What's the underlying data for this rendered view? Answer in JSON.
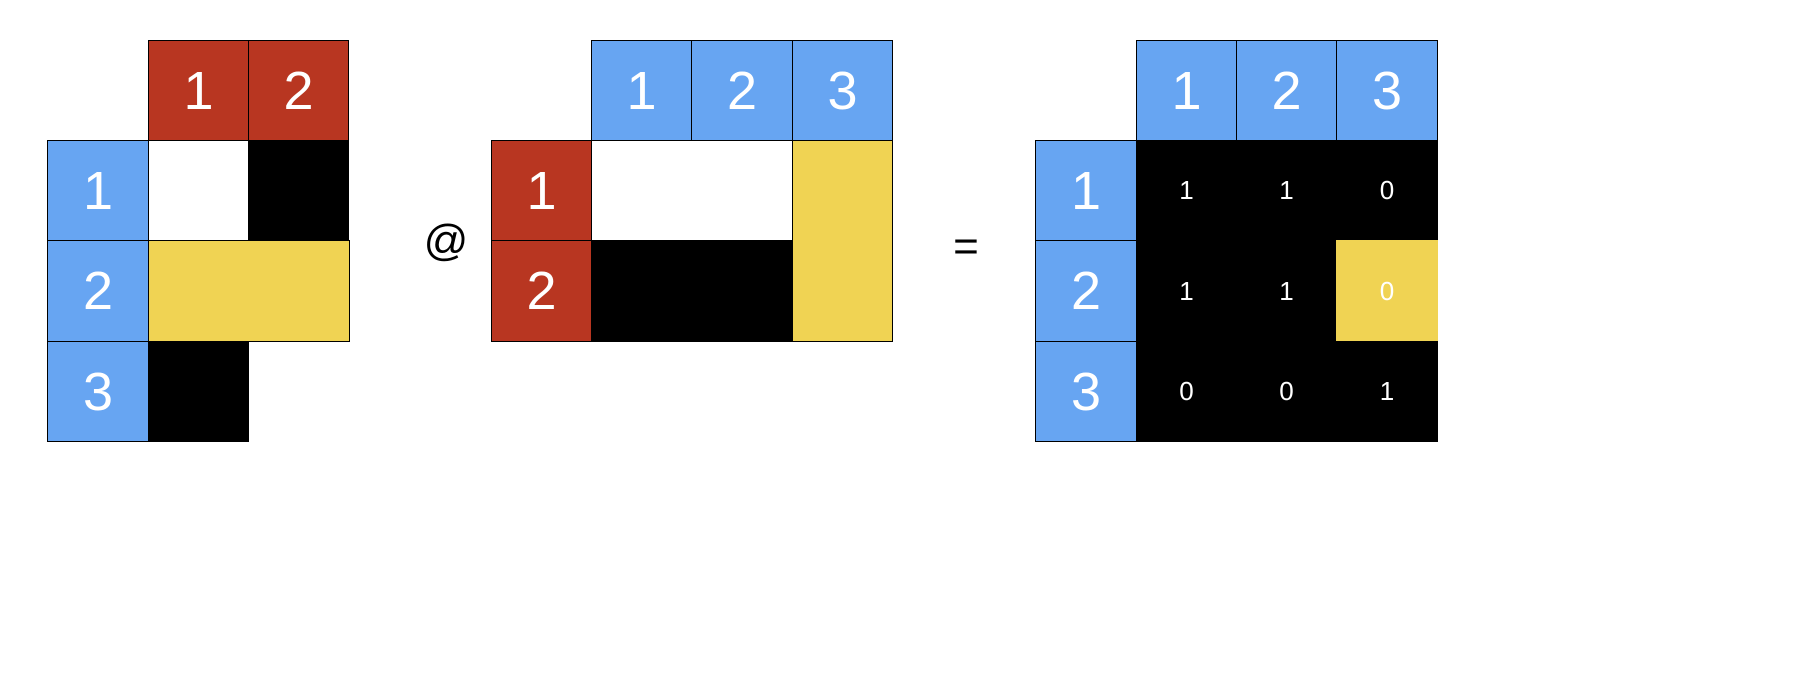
{
  "colors": {
    "row_header": "#67a5f2",
    "col_header_A": "#b83621",
    "white": "#ffffff",
    "black": "#000000",
    "yellow": "#f0d353"
  },
  "operators": {
    "matmul": "@",
    "equals": "="
  },
  "matrix_A": {
    "col_headers": [
      "1",
      "2"
    ],
    "row_headers": [
      "1",
      "2",
      "3"
    ],
    "cells": [
      [
        "white",
        "black"
      ],
      [
        "yellow",
        "yellow"
      ],
      [
        "black",
        "none"
      ]
    ]
  },
  "matrix_B": {
    "col_headers": [
      "1",
      "2",
      "3"
    ],
    "row_headers": [
      "1",
      "2"
    ],
    "cells": [
      [
        "white",
        "white",
        "yellow"
      ],
      [
        "black",
        "black",
        "yellow"
      ]
    ]
  },
  "matrix_C": {
    "col_headers": [
      "1",
      "2",
      "3"
    ],
    "row_headers": [
      "1",
      "2",
      "3"
    ],
    "values": [
      [
        "1",
        "1",
        "0"
      ],
      [
        "1",
        "1",
        "0"
      ],
      [
        "0",
        "0",
        "1"
      ]
    ],
    "cells": [
      [
        "black",
        "black",
        "black"
      ],
      [
        "black",
        "black",
        "yellow"
      ],
      [
        "black",
        "black",
        "black"
      ]
    ]
  }
}
